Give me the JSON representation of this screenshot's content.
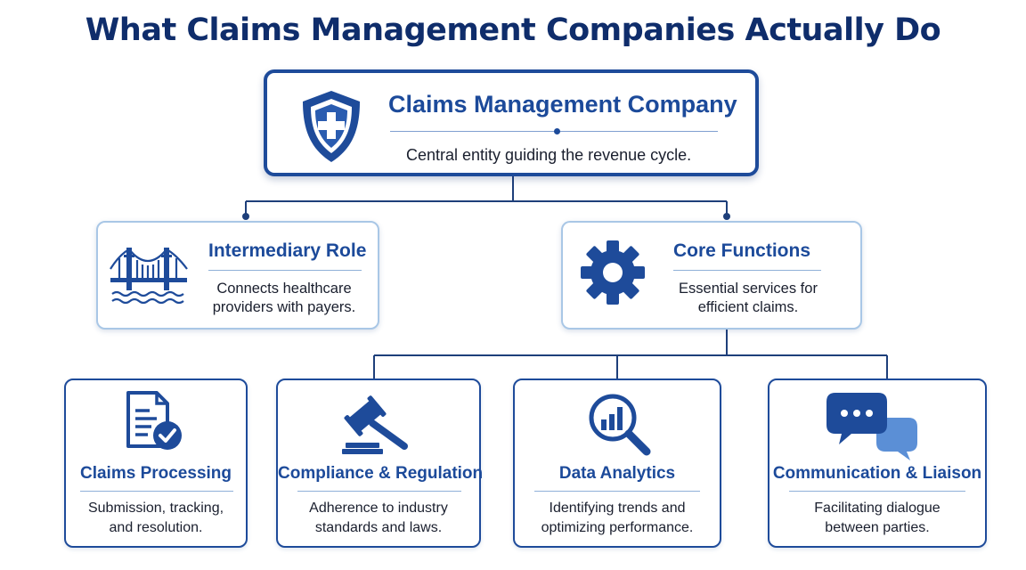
{
  "title": "What Claims Management Companies Actually Do",
  "colors": {
    "primary": "#1c4a9a",
    "navy": "#0f2d6b",
    "light_border": "#a9c7e6",
    "accent_light": "#5b8fd6"
  },
  "central": {
    "icon": "shield-plus-icon",
    "heading": "Claims Management Company",
    "description": "Central entity  guiding the revenue cycle."
  },
  "intermediary": {
    "icon": "bridge-icon",
    "heading": "Intermediary Role",
    "description": [
      "Connects healthcare",
      "providers with payers."
    ]
  },
  "core": {
    "icon": "gear-icon",
    "heading": "Core Functions",
    "description": [
      "Essential services for",
      "efficient claims."
    ]
  },
  "functions": [
    {
      "icon": "document-check-icon",
      "heading": "Claims Processing",
      "description": [
        "Submission, tracking,",
        "and resolution."
      ]
    },
    {
      "icon": "gavel-icon",
      "heading": "Compliance & Regulation",
      "description": [
        "Adherence to industry",
        "standards and laws."
      ]
    },
    {
      "icon": "magnifier-chart-icon",
      "heading": "Data Analytics",
      "description": [
        "Identifying trends and",
        "optimizing performance."
      ]
    },
    {
      "icon": "chat-bubbles-icon",
      "heading": "Communication & Liaison",
      "description": [
        "Facilitating dialogue",
        "between parties."
      ]
    }
  ]
}
